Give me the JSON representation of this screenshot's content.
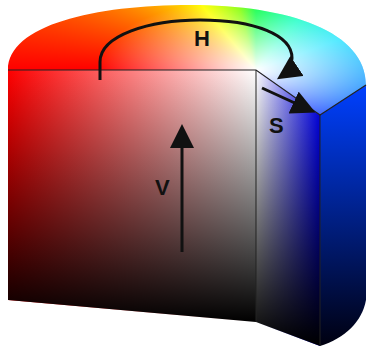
{
  "diagram": {
    "labels": [
      "H",
      "S",
      "V"
    ]
  }
}
